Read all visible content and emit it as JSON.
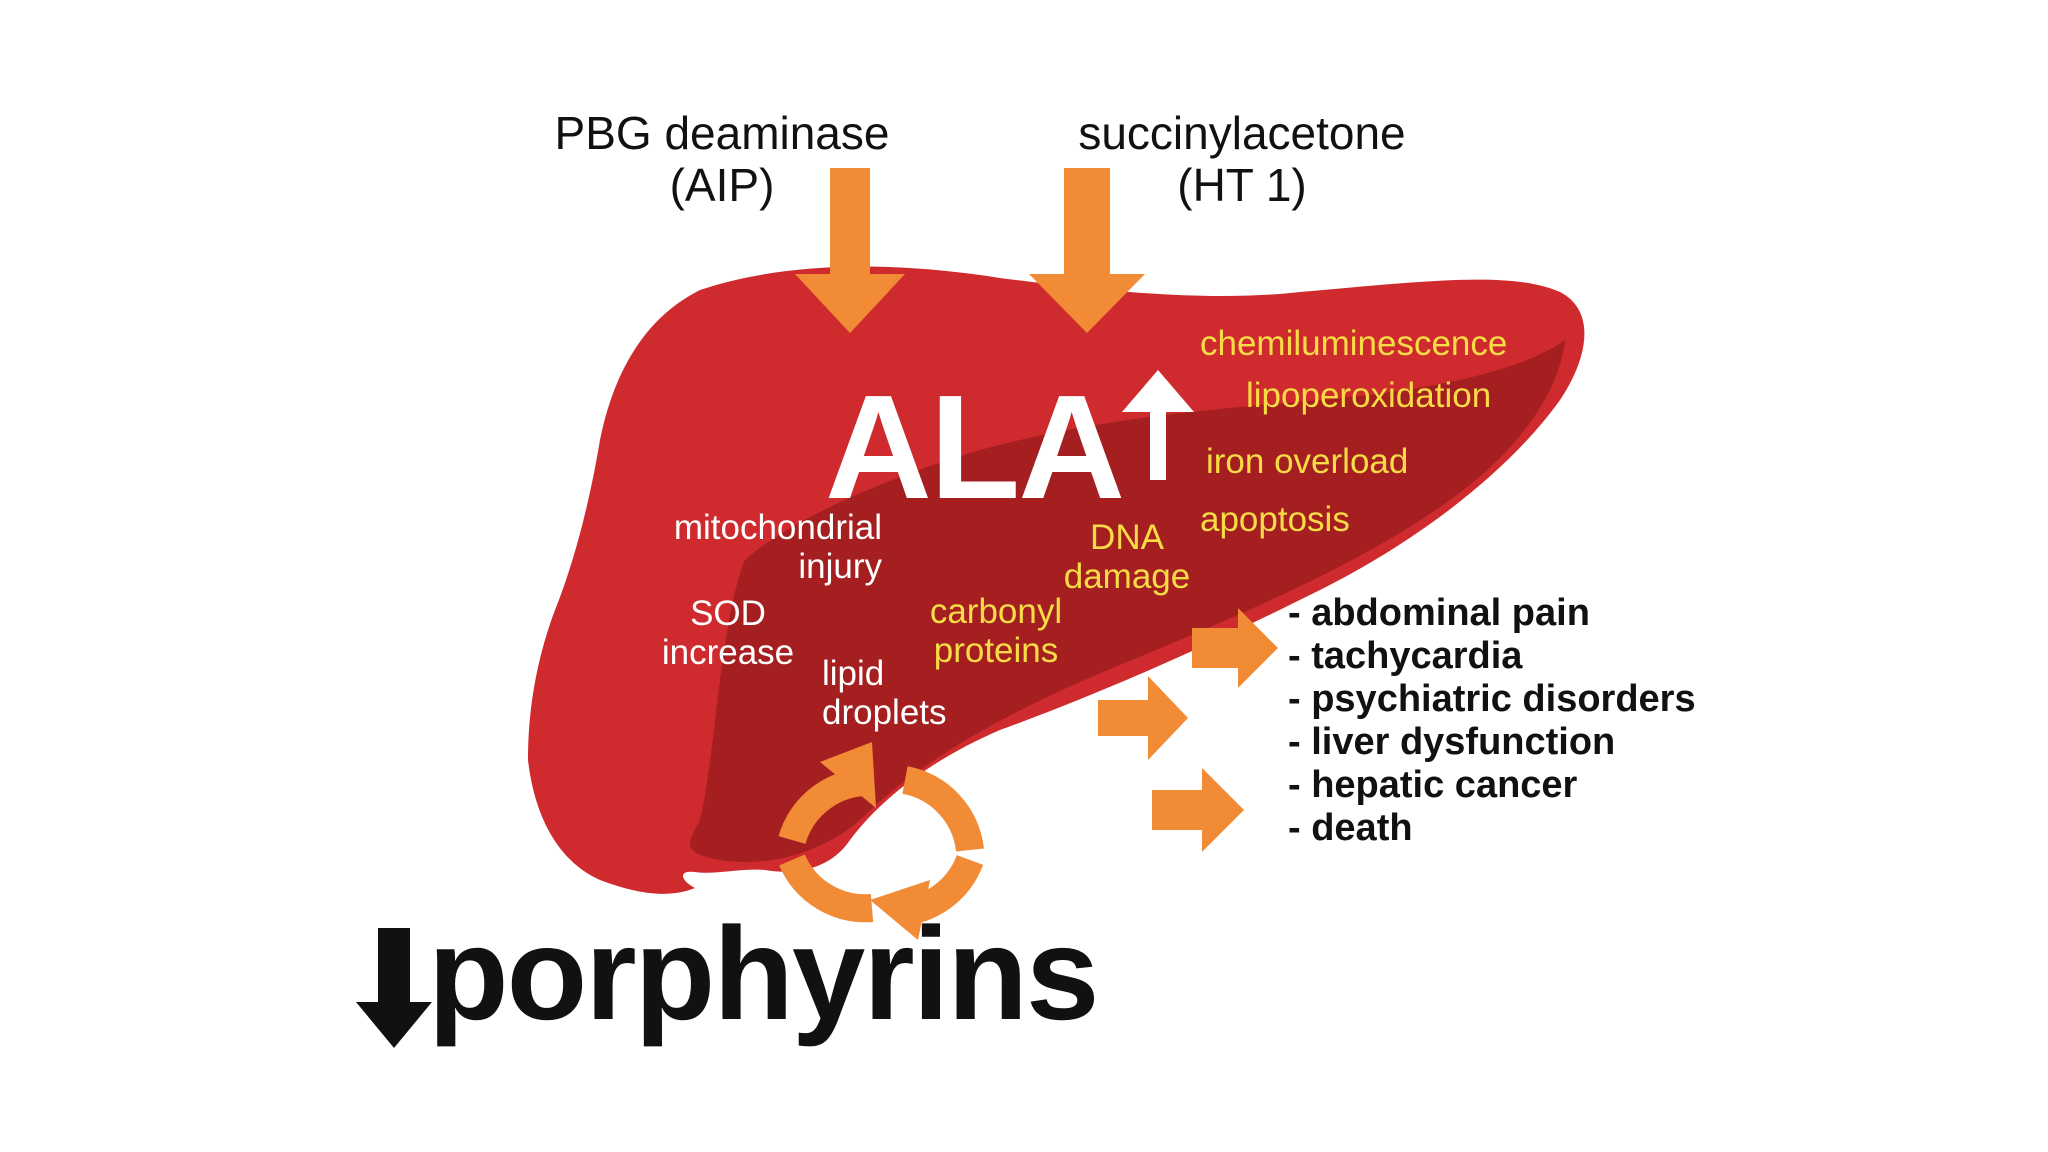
{
  "slide": {
    "background_color": "#ffffff",
    "liver_color": "#cf2b2e",
    "liver_dark_color": "#9e1d1f",
    "arrow_color": "#f18b36",
    "white_text_color": "#ffffff",
    "yellow_text_color": "#f7dc45"
  },
  "causes": [
    {
      "name": "PBG deaminase",
      "abbr": "(AIP)"
    },
    {
      "name": "succinylacetone",
      "abbr": "(HT 1)"
    }
  ],
  "center": {
    "label": "ALA",
    "trend_icon": "up-arrow-icon"
  },
  "mechanisms_white": [
    {
      "line1": "mitochondrial",
      "line2": "injury"
    },
    {
      "line1": "SOD",
      "line2": "increase"
    },
    {
      "line1": "lipid",
      "line2": "droplets"
    }
  ],
  "mechanisms_yellow": [
    {
      "line1": "chemiluminescence"
    },
    {
      "line1": "lipoperoxidation"
    },
    {
      "line1": "iron overload"
    },
    {
      "line1": "apoptosis"
    },
    {
      "line1": "DNA",
      "line2": "damage"
    },
    {
      "line1": "carbonyl",
      "line2": "proteins"
    }
  ],
  "outcomes": [
    "- abdominal pain",
    "- tachycardia",
    "- psychiatric disorders",
    "- liver dysfunction",
    "- hepatic cancer",
    "- death"
  ],
  "bottom": {
    "label": "porphyrins",
    "trend_icon": "down-arrow-icon",
    "cycle_icon": "recycle-arrows-icon"
  }
}
